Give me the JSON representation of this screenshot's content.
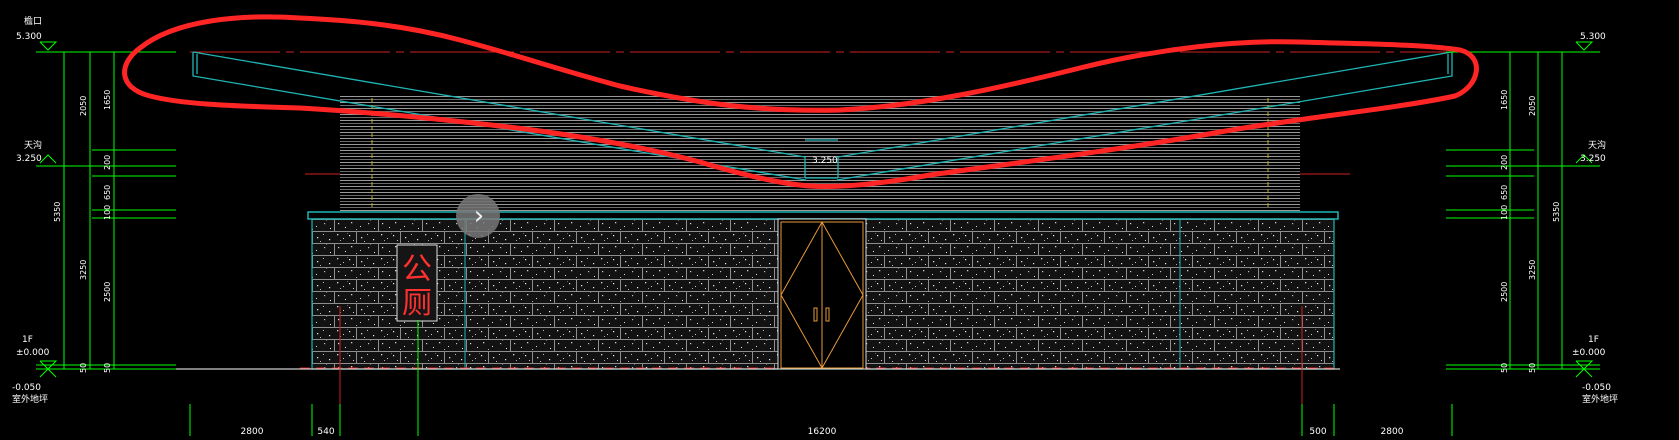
{
  "drawing": {
    "left_levels": [
      {
        "name": "檐口",
        "elevation": "5.300"
      },
      {
        "name": "天沟",
        "elevation": "3.250"
      },
      {
        "name": "1F",
        "elevation": "±0.000"
      },
      {
        "name": "室外地坪",
        "elevation": "-0.050"
      }
    ],
    "right_levels": [
      {
        "name": "",
        "elevation": "5.300"
      },
      {
        "name": "天沟",
        "elevation": "3.250"
      },
      {
        "name": "1F",
        "elevation": "±0.000"
      },
      {
        "name": "室外地坪",
        "elevation": "-0.050"
      }
    ],
    "center_gutter_elevation": "3.250",
    "left_dims_outer": [
      "2050",
      "5350",
      "3250",
      "50"
    ],
    "left_dims_inner": [
      "1650",
      "200",
      "650",
      "100",
      "2500",
      "50"
    ],
    "right_dims_inner": [
      "1650",
      "200",
      "650",
      "100",
      "2500",
      "50"
    ],
    "right_dims_outer": [
      "2050",
      "5350",
      "3250",
      "50"
    ],
    "bottom_dims": [
      "2800",
      "540",
      "16200",
      "500",
      "2800"
    ],
    "sign_chars": [
      "公",
      "厕"
    ],
    "colors": {
      "background": "#000000",
      "dimension": "#00ff00",
      "structure": "#1fb5b5",
      "annotation": "#ff2222",
      "door": "#e89a3a",
      "centerline": "#cc2020",
      "siding": "#a8a8a8"
    }
  },
  "viewer": {
    "next_icon": "chevron-right-icon",
    "next_glyph": "›"
  }
}
